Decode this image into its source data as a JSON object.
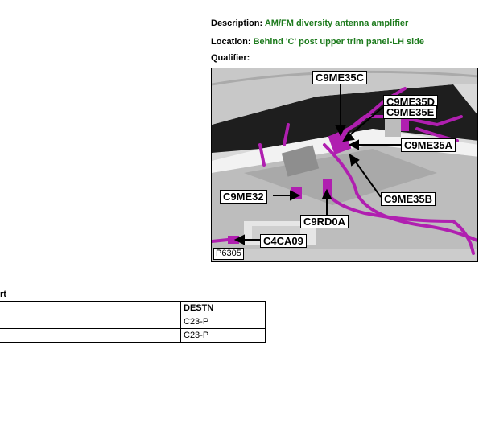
{
  "header": {
    "description_label": "Description:",
    "description_value": "AM/FM diversity antenna amplifier",
    "location_label": "Location:",
    "location_value": "Behind 'C' post upper trim panel-LH side",
    "qualifier_label": "Qualifier:"
  },
  "figure": {
    "reference": "P6305",
    "callouts": [
      "C9ME35C",
      "C9ME35D",
      "C9ME35E",
      "C9ME35A",
      "C9ME32",
      "C9ME35B",
      "C9RD0A",
      "C4CA09"
    ]
  },
  "section": {
    "title": "rt"
  },
  "table": {
    "headers": [
      "",
      "DESTN"
    ],
    "rows": [
      [
        "",
        "C23-P"
      ],
      [
        "",
        "C23-P"
      ]
    ]
  },
  "colors": {
    "label_green": "#1c7a1c",
    "wiring_magenta": "#b01fb0"
  }
}
